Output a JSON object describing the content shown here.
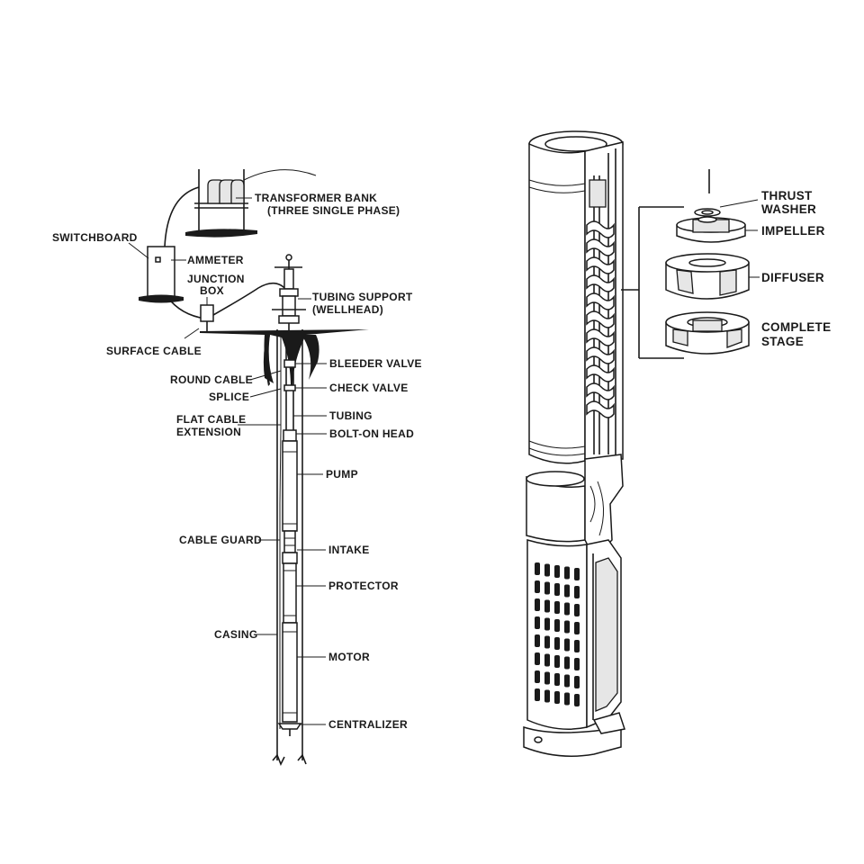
{
  "left_diagram": {
    "labels": {
      "transformer_bank": "TRANSFORMER BANK",
      "transformer_bank_sub": "(THREE SINGLE PHASE)",
      "switchboard": "SWITCHBOARD",
      "ammeter": "AMMETER",
      "junction_box_1": "JUNCTION",
      "junction_box_2": "BOX",
      "tubing_support": "TUBING SUPPORT",
      "tubing_support_sub": "(WELLHEAD)",
      "surface_cable": "SURFACE CABLE",
      "bleeder_valve": "BLEEDER VALVE",
      "round_cable": "ROUND CABLE",
      "check_valve": "CHECK VALVE",
      "splice": "SPLICE",
      "tubing": "TUBING",
      "flat_cable_1": "FLAT CABLE",
      "flat_cable_2": "EXTENSION",
      "bolt_on_head": "BOLT-ON HEAD",
      "pump": "PUMP",
      "cable_guard": "CABLE GUARD",
      "intake": "INTAKE",
      "protector": "PROTECTOR",
      "casing": "CASING",
      "motor": "MOTOR",
      "centralizer": "CENTRALIZER"
    }
  },
  "right_diagram": {
    "labels": {
      "thrust_washer_1": "THRUST",
      "thrust_washer_2": "WASHER",
      "impeller": "IMPELLER",
      "diffuser": "DIFFUSER",
      "complete_stage_1": "COMPLETE",
      "complete_stage_2": "STAGE"
    }
  }
}
